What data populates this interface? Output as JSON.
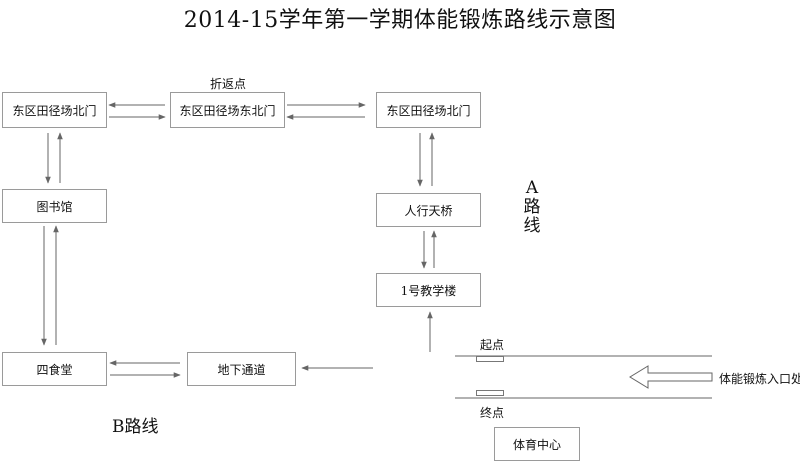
{
  "title": "2014-15学年第一学期体能锻炼路线示意图",
  "nodes": {
    "north_gate_left": "东区田径场北门",
    "east_north_gate": "东区田径场东北门",
    "north_gate_right": "东区田径场北门",
    "library": "图书馆",
    "overpass": "人行天桥",
    "teaching_building_1": "1号教学楼",
    "canteen_4": "四食堂",
    "underpass": "地下通道",
    "sports_center": "体育中心"
  },
  "labels": {
    "turnaround": "折返点",
    "start": "起点",
    "end": "终点",
    "entrance": "体能锻炼入口处",
    "route_a": [
      "A",
      "路",
      "线"
    ],
    "route_b": "B路线"
  },
  "colors": {
    "line": "#666666",
    "border": "#9a9a9a"
  }
}
